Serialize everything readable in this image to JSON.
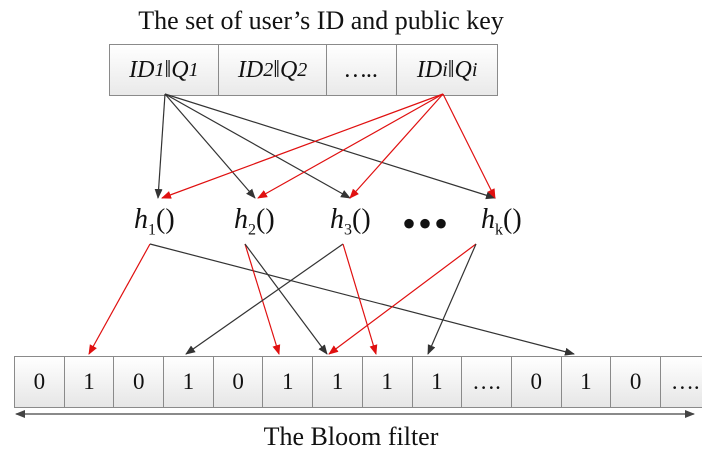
{
  "diagram": {
    "title": "The set of user’s ID and public key",
    "id_cells": [
      {
        "id_sub": "1",
        "q_sub": "1"
      },
      {
        "id_sub": "2",
        "q_sub": "2"
      },
      {
        "plain": "….."
      },
      {
        "id_sub": "i",
        "q_sub": "i"
      }
    ],
    "hash_functions": [
      {
        "sub": "1"
      },
      {
        "sub": "2"
      },
      {
        "sub": "3"
      },
      {
        "sub": "k"
      }
    ],
    "ellipsis": "•••",
    "bloom_bits": [
      "0",
      "1",
      "0",
      "1",
      "0",
      "1",
      "1",
      "1",
      "1",
      "….",
      "0",
      "1",
      "0",
      "…."
    ],
    "bottom_label": "The Bloom filter",
    "colors": {
      "red_arrows": "#e01010",
      "dark_arrows": "#333333"
    }
  }
}
